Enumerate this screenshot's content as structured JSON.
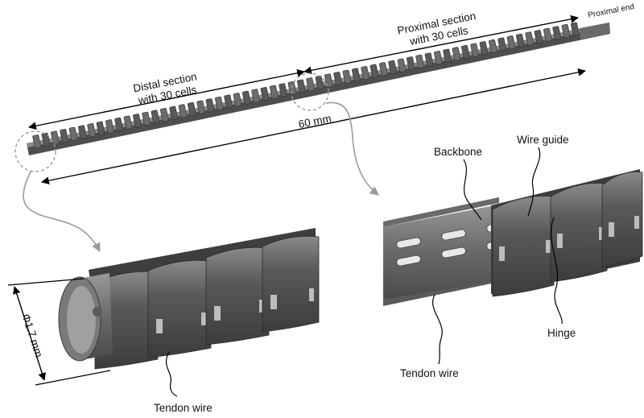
{
  "figure": {
    "labels": {
      "proximal_end": "Proximal end",
      "proximal_section_line1": "Proximal section",
      "proximal_section_line2": "with 30 cells",
      "distal_section_line1": "Distal section",
      "distal_section_line2": "with 30 cells",
      "length": "60 mm",
      "diameter": "Φ1.7 mm",
      "tendon_wire_left": "Tendon wire",
      "backbone": "Backbone",
      "wire_guide": "Wire guide",
      "hinge": "Hinge",
      "tendon_wire_right": "Tendon wire"
    },
    "colors": {
      "part_dark": "#4a4a4a",
      "part_mid": "#5e5e5e",
      "part_light": "#7a7a7a",
      "arrow": "#000000",
      "callout_arrow": "#9a9a9a",
      "dashed_circle": "#9a9a9a"
    }
  }
}
